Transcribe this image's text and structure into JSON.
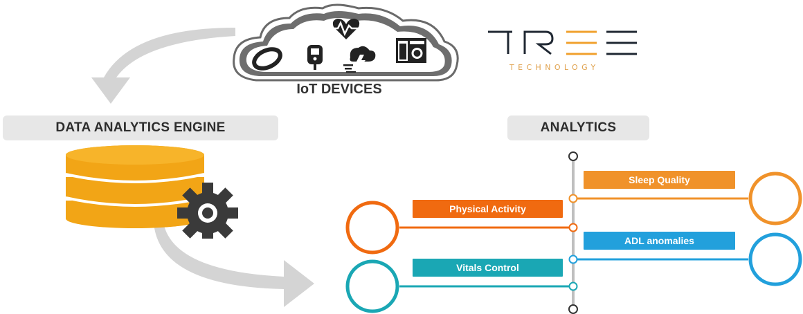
{
  "iot_section": {
    "label": "IoT DEVICES",
    "device_icons": [
      "fitness-band-icon",
      "glucose-meter-icon",
      "heart-rate-icon",
      "weather-sensor-icon",
      "appliance-icon"
    ]
  },
  "logo": {
    "wordmark": "TREE",
    "subtitle": "TECHNOLOGY",
    "accent_color": "#f0a02c",
    "dark_color": "#1f2732"
  },
  "engine": {
    "label": "DATA ANALYTICS ENGINE",
    "database_color": "#f2a516",
    "gear_color": "#3a3a3a"
  },
  "analytics": {
    "label": "ANALYTICS",
    "items": [
      {
        "label": "Sleep Quality",
        "color": "#f0922a",
        "side": "right"
      },
      {
        "label": "Physical Activity",
        "color": "#f06a10",
        "side": "left"
      },
      {
        "label": "ADL anomalies",
        "color": "#22a0dc",
        "side": "right"
      },
      {
        "label": "Vitals Control",
        "color": "#1aa7b4",
        "side": "left"
      }
    ]
  }
}
